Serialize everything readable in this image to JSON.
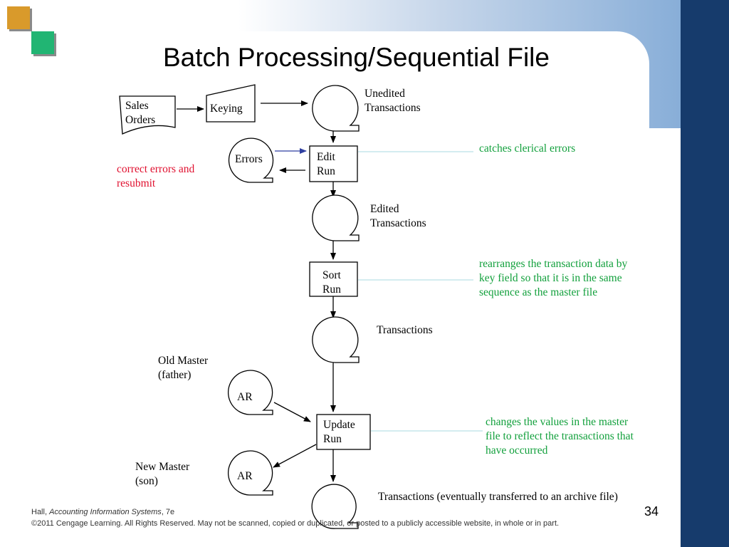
{
  "slide": {
    "title": "Batch Processing/Sequential File",
    "page_number": "34",
    "footer_author": "Hall, ",
    "footer_book": "Accounting Information Systems",
    "footer_edition": ", 7e",
    "footer_copyright": "©2011 Cengage Learning. All Rights Reserved. May not be scanned, copied or duplicated, or posted to a publicly accessible website, in whole or in part."
  },
  "colors": {
    "annotation_green": "#12a03c",
    "annotation_red": "#e0102f",
    "connector_blue": "#2f3fa0",
    "brand_navy": "#163b6c"
  },
  "diagram": {
    "sales_orders": "Sales\nOrders",
    "keying": "Keying",
    "unedited_transactions": "Unedited\nTransactions",
    "errors": "Errors",
    "edit_run": "Edit\nRun",
    "edited_transactions": "Edited\nTransactions",
    "sort_run": "Sort\nRun",
    "transactions": "Transactions",
    "old_master": "Old Master\n(father)",
    "ar_old": "AR",
    "update_run": "Update\nRun",
    "new_master": "New Master\n(son)",
    "ar_new": "AR",
    "transactions_archive": "Transactions (eventually transferred to an archive file)"
  },
  "annotations": {
    "correct_errors": "correct errors and\nresubmit",
    "catches_errors": "catches clerical errors",
    "rearranges": "rearranges the transaction data by\nkey field so that it is in the same\nsequence as the master file",
    "changes_values": "changes the values in the master\nfile to reflect the transactions that\nhave occurred"
  }
}
